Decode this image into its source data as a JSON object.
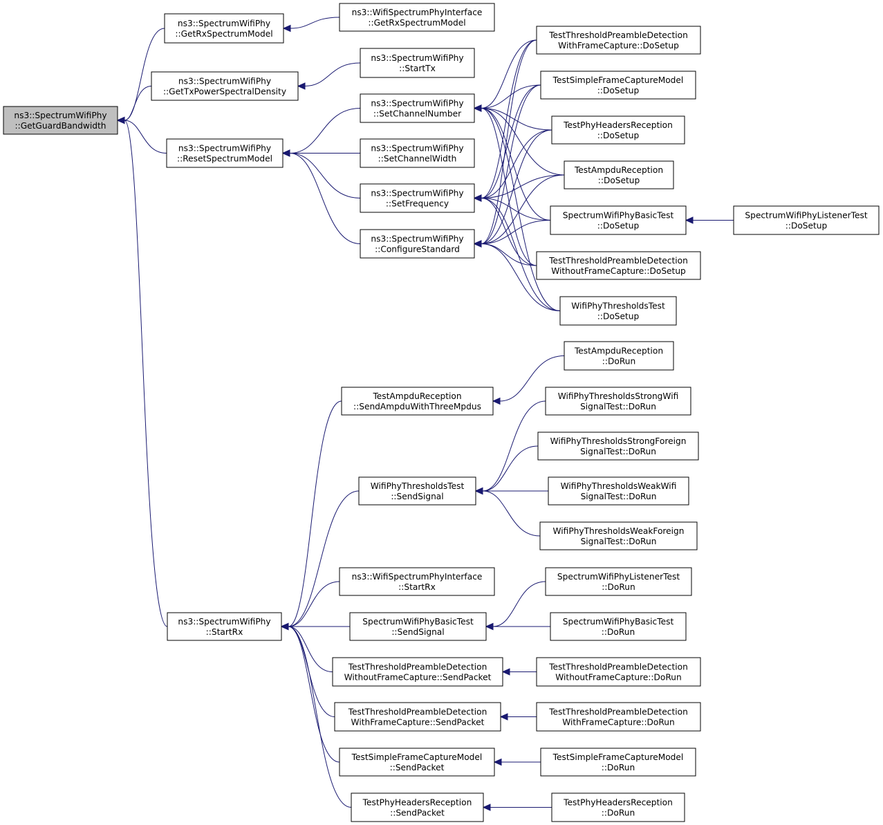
{
  "nodes": {
    "getguard": [
      "ns3::SpectrumWifiPhy",
      "::GetGuardBandwidth"
    ],
    "getrx": [
      "ns3::SpectrumWifiPhy",
      "::GetRxSpectrumModel"
    ],
    "ifgetrx": [
      "ns3::WifiSpectrumPhyInterface",
      "::GetRxSpectrumModel"
    ],
    "gettxpsd": [
      "ns3::SpectrumWifiPhy",
      "::GetTxPowerSpectralDensity"
    ],
    "starttx": [
      "ns3::SpectrumWifiPhy",
      "::StartTx"
    ],
    "reset": [
      "ns3::SpectrumWifiPhy",
      "::ResetSpectrumModel"
    ],
    "setchnum": [
      "ns3::SpectrumWifiPhy",
      "::SetChannelNumber"
    ],
    "setchw": [
      "ns3::SpectrumWifiPhy",
      "::SetChannelWidth"
    ],
    "setfreq": [
      "ns3::SpectrumWifiPhy",
      "::SetFrequency"
    ],
    "confstd": [
      "ns3::SpectrumWifiPhy",
      "::ConfigureStandard"
    ],
    "ttpdwfc_setup": [
      "TestThresholdPreambleDetection",
      "WithFrameCapture::DoSetup"
    ],
    "tsfcm_setup": [
      "TestSimpleFrameCaptureModel",
      "::DoSetup"
    ],
    "tphr_setup": [
      "TestPhyHeadersReception",
      "::DoSetup"
    ],
    "tar_setup": [
      "TestAmpduReception",
      "::DoSetup"
    ],
    "swpbt_setup": [
      "SpectrumWifiPhyBasicTest",
      "::DoSetup"
    ],
    "swplt_setup": [
      "SpectrumWifiPhyListenerTest",
      "::DoSetup"
    ],
    "ttpdwofc_setup": [
      "TestThresholdPreambleDetection",
      "WithoutFrameCapture::DoSetup"
    ],
    "wptt_setup": [
      "WifiPhyThresholdsTest",
      "::DoSetup"
    ],
    "tar_run": [
      "TestAmpduReception",
      "::DoRun"
    ],
    "tar_send": [
      "TestAmpduReception",
      "::SendAmpduWithThreeMpdus"
    ],
    "wptsw_run": [
      "WifiPhyThresholdsStrongWifi",
      "SignalTest::DoRun"
    ],
    "wptsf_run": [
      "WifiPhyThresholdsStrongForeign",
      "SignalTest::DoRun"
    ],
    "wptt_send": [
      "WifiPhyThresholdsTest",
      "::SendSignal"
    ],
    "wptww_run": [
      "WifiPhyThresholdsWeakWifi",
      "SignalTest::DoRun"
    ],
    "wptwf_run": [
      "WifiPhyThresholdsWeakForeign",
      "SignalTest::DoRun"
    ],
    "ifstartrx": [
      "ns3::WifiSpectrumPhyInterface",
      "::StartRx"
    ],
    "swplt_run": [
      "SpectrumWifiPhyListenerTest",
      "::DoRun"
    ],
    "startrx": [
      "ns3::SpectrumWifiPhy",
      "::StartRx"
    ],
    "swpbt_send": [
      "SpectrumWifiPhyBasicTest",
      "::SendSignal"
    ],
    "swpbt_run": [
      "SpectrumWifiPhyBasicTest",
      "::DoRun"
    ],
    "ttpdwofc_send": [
      "TestThresholdPreambleDetection",
      "WithoutFrameCapture::SendPacket"
    ],
    "ttpdwofc_run": [
      "TestThresholdPreambleDetection",
      "WithoutFrameCapture::DoRun"
    ],
    "ttpdwfc_send": [
      "TestThresholdPreambleDetection",
      "WithFrameCapture::SendPacket"
    ],
    "ttpdwfc_run": [
      "TestThresholdPreambleDetection",
      "WithFrameCapture::DoRun"
    ],
    "tsfcm_send": [
      "TestSimpleFrameCaptureModel",
      "::SendPacket"
    ],
    "tsfcm_run": [
      "TestSimpleFrameCaptureModel",
      "::DoRun"
    ],
    "tphr_send": [
      "TestPhyHeadersReception",
      "::SendPacket"
    ],
    "tphr_run": [
      "TestPhyHeadersReception",
      "::DoRun"
    ]
  },
  "edges": [
    [
      "getrx",
      "getguard"
    ],
    [
      "gettxpsd",
      "getguard"
    ],
    [
      "reset",
      "getguard"
    ],
    [
      "startrx",
      "getguard"
    ],
    [
      "ifgetrx",
      "getrx"
    ],
    [
      "starttx",
      "gettxpsd"
    ],
    [
      "setchnum",
      "reset"
    ],
    [
      "setchw",
      "reset"
    ],
    [
      "setfreq",
      "reset"
    ],
    [
      "confstd",
      "reset"
    ],
    [
      "ttpdwfc_setup",
      "setchnum"
    ],
    [
      "tsfcm_setup",
      "setchnum"
    ],
    [
      "tphr_setup",
      "setchnum"
    ],
    [
      "tar_setup",
      "setchnum"
    ],
    [
      "swpbt_setup",
      "setchnum"
    ],
    [
      "ttpdwofc_setup",
      "setchnum"
    ],
    [
      "wptt_setup",
      "setchnum"
    ],
    [
      "ttpdwfc_setup",
      "setfreq"
    ],
    [
      "tsfcm_setup",
      "setfreq"
    ],
    [
      "tphr_setup",
      "setfreq"
    ],
    [
      "tar_setup",
      "setfreq"
    ],
    [
      "swpbt_setup",
      "setfreq"
    ],
    [
      "ttpdwofc_setup",
      "setfreq"
    ],
    [
      "wptt_setup",
      "setfreq"
    ],
    [
      "ttpdwfc_setup",
      "confstd"
    ],
    [
      "tsfcm_setup",
      "confstd"
    ],
    [
      "tphr_setup",
      "confstd"
    ],
    [
      "tar_setup",
      "confstd"
    ],
    [
      "swpbt_setup",
      "confstd"
    ],
    [
      "ttpdwofc_setup",
      "confstd"
    ],
    [
      "wptt_setup",
      "confstd"
    ],
    [
      "swplt_setup",
      "swpbt_setup"
    ],
    [
      "tar_send",
      "startrx"
    ],
    [
      "wptt_send",
      "startrx"
    ],
    [
      "ifstartrx",
      "startrx"
    ],
    [
      "swpbt_send",
      "startrx"
    ],
    [
      "ttpdwofc_send",
      "startrx"
    ],
    [
      "ttpdwfc_send",
      "startrx"
    ],
    [
      "tsfcm_send",
      "startrx"
    ],
    [
      "tphr_send",
      "startrx"
    ],
    [
      "tar_run",
      "tar_send"
    ],
    [
      "wptsw_run",
      "wptt_send"
    ],
    [
      "wptsf_run",
      "wptt_send"
    ],
    [
      "wptww_run",
      "wptt_send"
    ],
    [
      "wptwf_run",
      "wptt_send"
    ],
    [
      "swplt_run",
      "swpbt_send"
    ],
    [
      "swpbt_run",
      "swpbt_send"
    ],
    [
      "ttpdwofc_run",
      "ttpdwofc_send"
    ],
    [
      "ttpdwfc_run",
      "ttpdwfc_send"
    ],
    [
      "tsfcm_run",
      "tsfcm_send"
    ],
    [
      "tphr_run",
      "tphr_send"
    ]
  ]
}
